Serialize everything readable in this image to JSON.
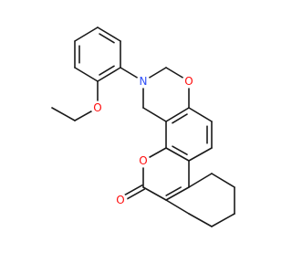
{
  "colors": {
    "background": "#ffffff",
    "bond": "#1a1a1a",
    "oxygen": "#ff0d0d",
    "nitrogen": "#3050f8"
  },
  "atom_labels": {
    "n_ring": "N",
    "o_ether_ring": "O",
    "o_ethoxy": "O",
    "o_lactone": "O",
    "o_carbonyl": "O"
  }
}
